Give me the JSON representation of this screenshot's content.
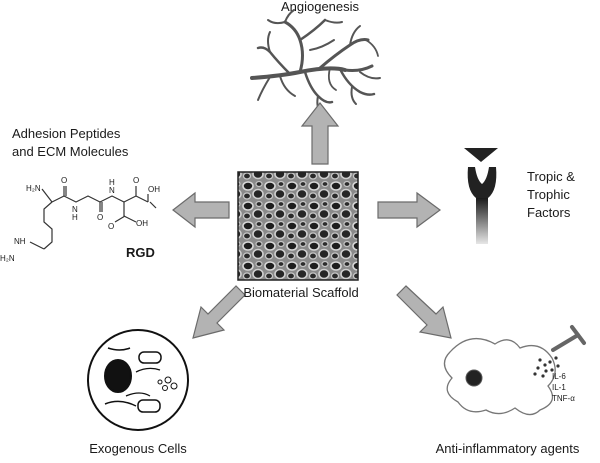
{
  "labels": {
    "angiogenesis": "Angiogenesis",
    "adhesion_line1": "Adhesion Peptides",
    "adhesion_line2": "and ECM Molecules",
    "rgd": "RGD",
    "tropic_line1": "Tropic &",
    "tropic_line2": "Trophic",
    "tropic_line3": "Factors",
    "scaffold": "Biomaterial Scaffold",
    "exogenous": "Exogenous Cells",
    "antiinflammatory": "Anti-inflammatory agents"
  },
  "molecule": {
    "h2n_top": "H₂N",
    "h_top": "H",
    "oh_right": "OH",
    "oh_lower": "OH",
    "h_mid": "H",
    "h2n_bottom": "H₂N",
    "nh": "NH",
    "n_amide1": "N",
    "n_amide2": "N",
    "o1": "O",
    "o2": "O",
    "o3": "O",
    "o4": "O"
  },
  "cytokines": {
    "il6": "IL-6",
    "il1": "IL-1",
    "tnf": "TNF-α"
  },
  "icons": [
    "vessel-tree-icon",
    "scaffold-micrograph",
    "rgd-molecule-icon",
    "receptor-icon",
    "cell-icon",
    "macrophage-icon",
    "inhibitor-icon"
  ],
  "colors": {
    "arrow_fill": "#b3b3b3",
    "arrow_stroke": "#6b6b6b",
    "receptor": "#222222"
  }
}
